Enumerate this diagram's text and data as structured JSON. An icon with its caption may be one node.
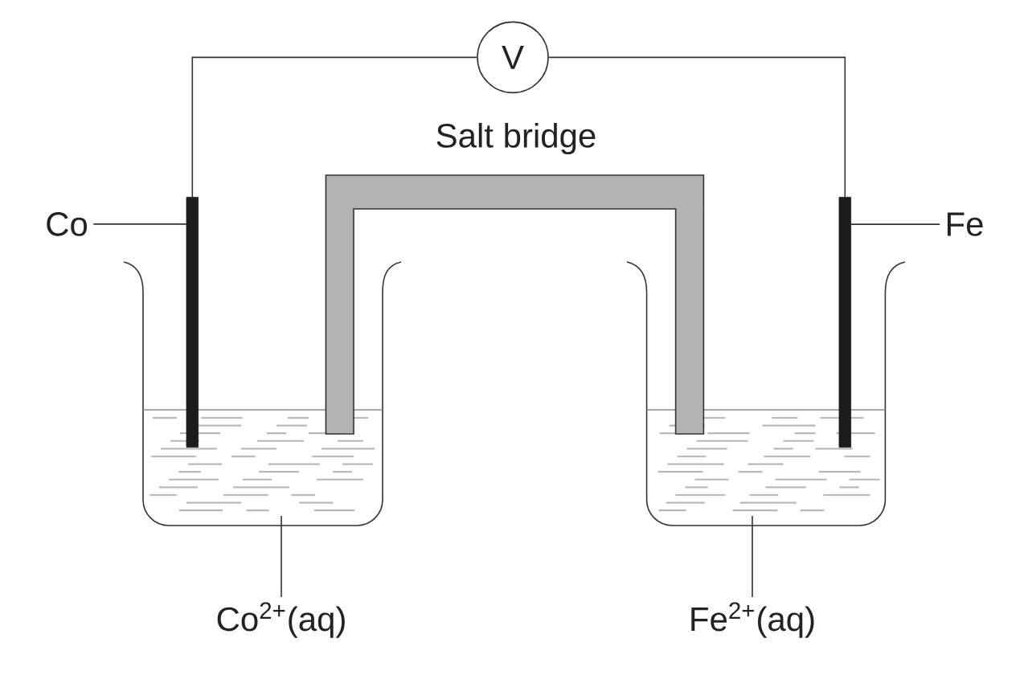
{
  "diagram": {
    "nodes": [
      {
        "text": [
          "V"
        ]
      },
      {
        "text": [
          "Salt bridge"
        ]
      },
      {
        "text": [
          "Co"
        ]
      },
      {
        "text": [],
        "shape": "bar"
      },
      {
        "text": [
          "Fe"
        ]
      },
      {
        "text": [],
        "shape": "bar"
      },
      {
        "text": [],
        "shape": "box"
      },
      {
        "text": [],
        "shape": "box"
      },
      {
        "text": [
          "Co$^{2+}$(aq)"
        ]
      },
      {
        "text": [
          "Fe$^{2+}$(aq)"
        ]
      }
    ],
    "edges": [
      {
        "from": 0,
        "to": 3,
        "arrow": "none"
      },
      {
        "from": 0,
        "to": 5,
        "arrow": "none"
      },
      {
        "from": 2,
        "to": 3,
        "arrow": "none"
      },
      {
        "from": 4,
        "to": 5,
        "arrow": "none"
      },
      {
        "from": 8,
        "to": 6,
        "arrow": "none"
      },
      {
        "from": 9,
        "to": 7,
        "arrow": "none"
      }
    ]
  }
}
